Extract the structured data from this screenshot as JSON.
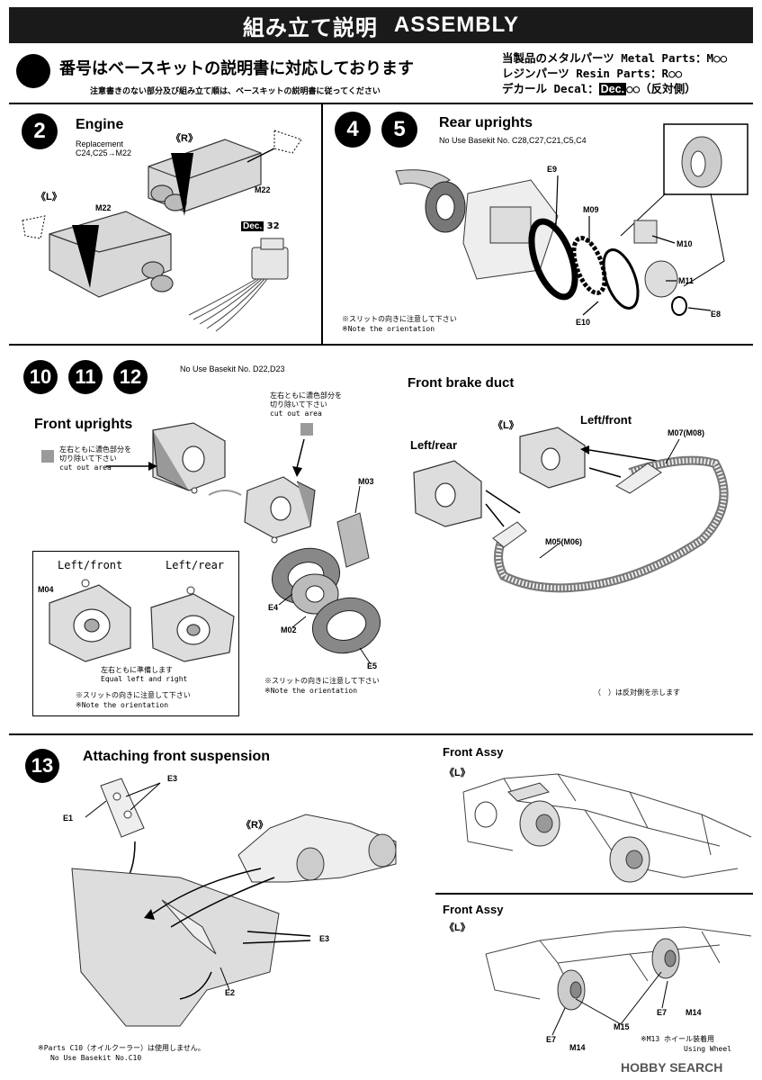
{
  "header": {
    "title_jp": "組み立て説明",
    "title_en": "ASSEMBLY"
  },
  "intro": {
    "main": "番号はベースキットの説明書に対応しております",
    "sub": "注意書きのない部分及び組み立て順は、ベースキットの説明書に従ってください"
  },
  "legend": {
    "metal": "当製品のメタルパーツ Metal Parts：M○○",
    "resin": "レジンパーツ Resin Parts：R○○",
    "decal_pre": "デカール Decal：",
    "decal_box": "Dec.",
    "decal_post": "○○（反対側）"
  },
  "step2": {
    "num": "2",
    "title": "Engine",
    "replacement": "Replacement",
    "replacement_parts": "C24,C25→M22",
    "side_r": "《R》",
    "side_l": "《L》",
    "part1": "M22",
    "part2": "M22",
    "dec_box": "Dec.",
    "dec_num": "32"
  },
  "step45": {
    "num_a": "4",
    "num_b": "5",
    "title": "Rear uprights",
    "no_use": "No Use Basekit No. C28,C27,C21,C5,C4",
    "parts": {
      "e9": "E9",
      "m09": "M09",
      "m10": "M10",
      "m11": "M11",
      "e8": "E8",
      "e10": "E10"
    },
    "note_jp": "※スリットの向きに注意して下さい",
    "note_en": "※Note the orientation"
  },
  "step1012": {
    "num_a": "10",
    "num_b": "11",
    "num_c": "12",
    "no_use": "No Use Basekit No. D22,D23",
    "title": "Front uprights",
    "cut_jp1": "左右ともに濃色部分を",
    "cut_jp2": "切り除いて下さい",
    "cut_en": "cut out area",
    "cut2_jp1": "左右ともに濃色部分を",
    "cut2_jp2": "切り除いて下さい",
    "cut2_en": "cut out area",
    "parts": {
      "m03": "M03",
      "e4": "E4",
      "m02": "M02",
      "e5": "E5",
      "m04": "M04"
    },
    "box_left": "Left/front",
    "box_right": "Left/rear",
    "equal_jp": "左右ともに準備します",
    "equal_en": "Equal left and right",
    "box_note_jp": "※スリットの向きに注意して下さい",
    "box_note_en": "※Note the orientation",
    "note_jp": "※スリットの向きに注意して下さい",
    "note_en": "※Note the orientation"
  },
  "brake": {
    "title": "Front brake duct",
    "side": "《L》",
    "left_front": "Left/front",
    "left_rear": "Left/rear",
    "m07": "M07(M08)",
    "m05": "M05(M06)",
    "mirror_note": "（　）は反対側を示します"
  },
  "step13": {
    "num": "13",
    "title": "Attaching front suspension",
    "e3a": "E3",
    "e1": "E1",
    "side_r": "《R》",
    "e3b": "E3",
    "e2": "E2",
    "c10_jp": "※Parts C10（オイルクーラー）は使用しません。",
    "c10_en": "No Use Basekit No.C10"
  },
  "assy1": {
    "title": "Front Assy",
    "side": "《L》"
  },
  "assy2": {
    "title": "Front Assy",
    "side": "《L》",
    "e7a": "E7",
    "m14a": "M14",
    "m15": "M15",
    "e7b": "E7",
    "m14b": "M14",
    "wheel_jp": "※M13 ホイール装着用",
    "wheel_en": "Using Wheel"
  },
  "watermark": "HOBBY SEARCH"
}
